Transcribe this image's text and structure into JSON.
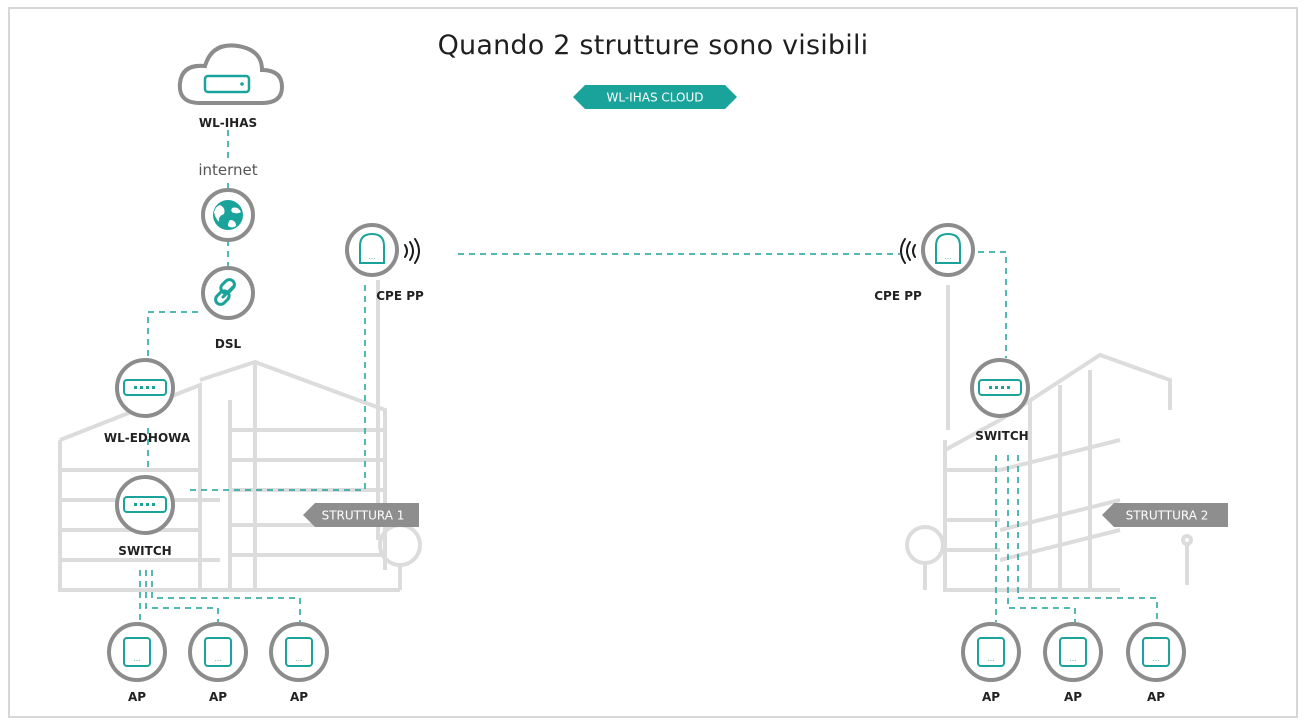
{
  "title": "Quando 2 strutture sono visibili",
  "cloud_tag": "WL-IHAS CLOUD",
  "internet_label": "internet",
  "nodes": {
    "wl_ihas": "WL-IHAS",
    "dsl": "DSL",
    "wl_edhowa": "WL-EDHOWA",
    "switch_left": "SWITCH",
    "cpe_left": "CPE PP",
    "cpe_right": "CPE PP",
    "switch_right": "SWITCH",
    "ap": "AP"
  },
  "structures": {
    "left": "STRUTTURA 1",
    "right": "STRUTTURA 2"
  },
  "colors": {
    "accent": "#1aa39a",
    "ring": "#8c8c8c",
    "building": "#dedede",
    "tag_gray": "#8e8e8e"
  },
  "icons": [
    "cloud-icon",
    "globe-icon",
    "link-icon",
    "switch-icon",
    "antenna-icon",
    "access-point-icon",
    "wifi-waves-icon",
    "tree-icon"
  ]
}
